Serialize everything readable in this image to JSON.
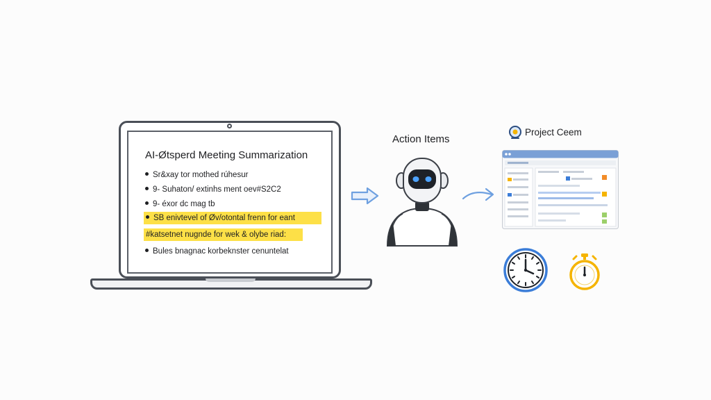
{
  "laptop": {
    "screen_title": "AI-Øtsperd Meeting Summarization",
    "bullets": [
      {
        "text": "Sr&xay tor mothed rúhesur",
        "highlight": false
      },
      {
        "text": "9- Suhaton/ extinhs ment oev#S2C2",
        "highlight": false
      },
      {
        "text": "9- éxor dc mag tb",
        "highlight": false
      },
      {
        "text": "SB enivtevel of Øv/otontal frenn for eant",
        "highlight": true
      },
      {
        "text": "#katsetnet nugnde for wek & olybe riad:",
        "highlight": true
      },
      {
        "text": "Bules bnagnac korbeknster cenuntelat",
        "highlight": false
      }
    ]
  },
  "robot": {
    "label": "Action Items"
  },
  "project": {
    "label": "Project Ceem"
  },
  "colors": {
    "highlight": "#fde047",
    "arrow": "#6ea0e0",
    "accent_blue": "#3b7dd8",
    "accent_orange": "#f5b400"
  },
  "icons": [
    "arrow-right-icon",
    "robot-icon",
    "location-pin-icon",
    "clock-icon",
    "stopwatch-icon"
  ]
}
